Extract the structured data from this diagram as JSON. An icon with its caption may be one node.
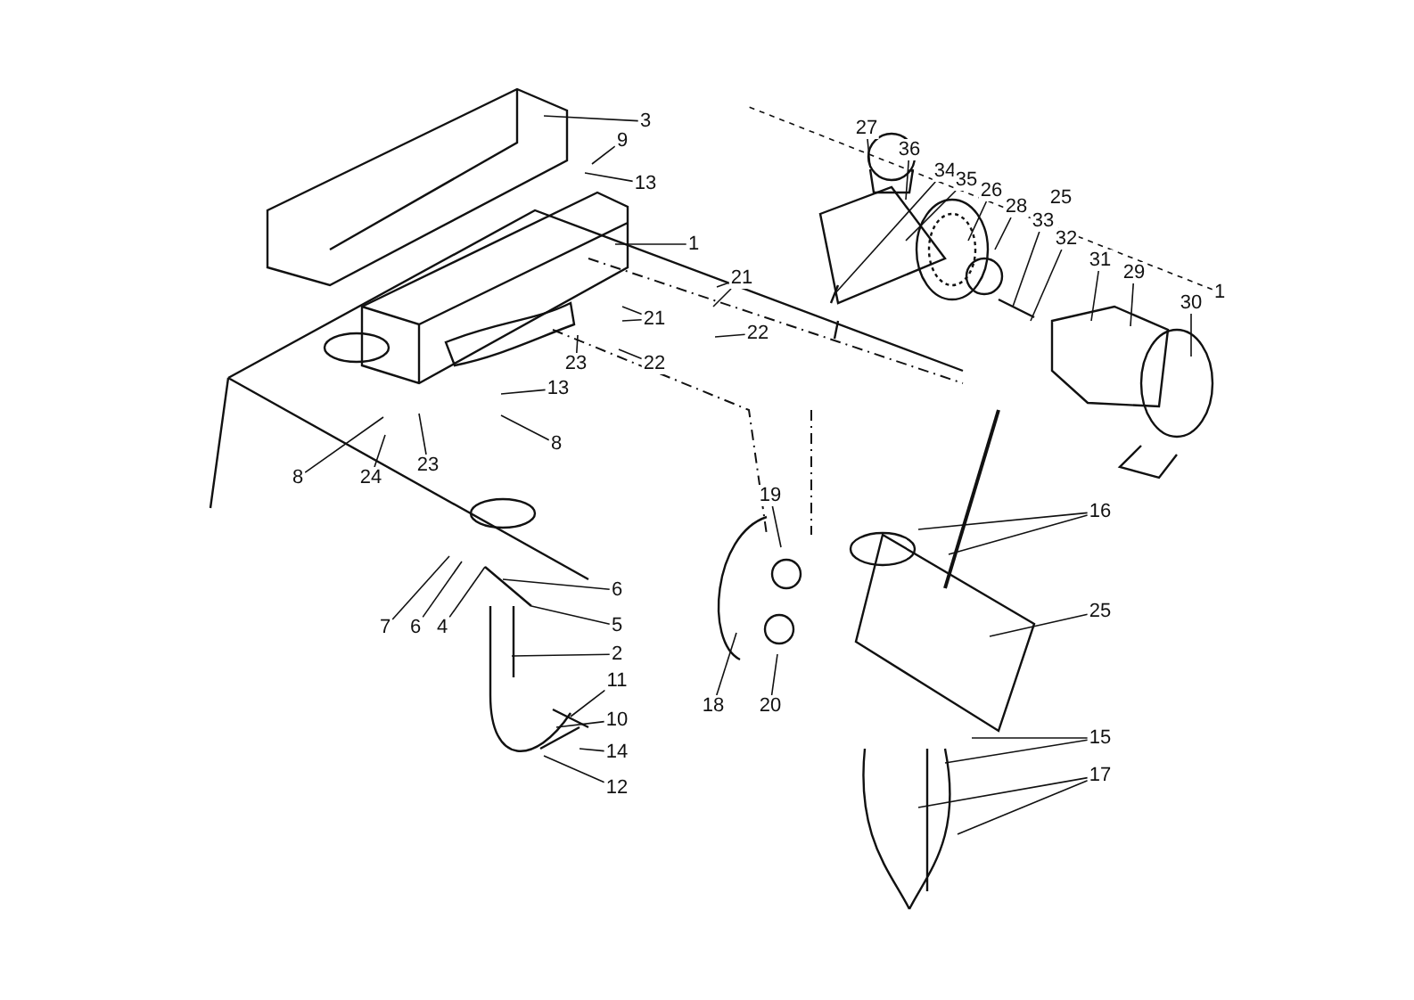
{
  "diagram": {
    "nodes": [
      {
        "text": [
          "3"
        ]
      },
      {
        "text": [
          "9"
        ]
      },
      {
        "text": [
          "13"
        ]
      },
      {
        "text": [
          "1"
        ]
      },
      {
        "text": [
          "21"
        ]
      },
      {
        "text": [
          "21"
        ]
      },
      {
        "text": [
          "22"
        ]
      },
      {
        "text": [
          "22"
        ]
      },
      {
        "text": [
          "23"
        ]
      },
      {
        "text": [
          "13"
        ]
      },
      {
        "text": [
          "8"
        ]
      },
      {
        "text": [
          "23"
        ]
      },
      {
        "text": [
          "8"
        ]
      },
      {
        "text": [
          "24"
        ]
      },
      {
        "text": [
          "27"
        ]
      },
      {
        "text": [
          "36"
        ]
      },
      {
        "text": [
          "34"
        ]
      },
      {
        "text": [
          "35"
        ]
      },
      {
        "text": [
          "26"
        ]
      },
      {
        "text": [
          "28"
        ]
      },
      {
        "text": [
          "33"
        ]
      },
      {
        "text": [
          "32"
        ]
      },
      {
        "text": [
          "31"
        ]
      },
      {
        "text": [
          "29"
        ]
      },
      {
        "text": [
          "30"
        ]
      },
      {
        "text": [
          "19"
        ]
      },
      {
        "text": [
          "16"
        ]
      },
      {
        "text": [
          "6"
        ]
      },
      {
        "text": [
          "5"
        ]
      },
      {
        "text": [
          "7"
        ]
      },
      {
        "text": [
          "6"
        ]
      },
      {
        "text": [
          "4"
        ]
      },
      {
        "text": [
          "25"
        ]
      },
      {
        "text": [
          "2"
        ]
      },
      {
        "text": [
          "11"
        ]
      },
      {
        "text": [
          "18"
        ]
      },
      {
        "text": [
          "20"
        ]
      },
      {
        "text": [
          "10"
        ]
      },
      {
        "text": [
          "15"
        ]
      },
      {
        "text": [
          "14"
        ]
      },
      {
        "text": [
          "17"
        ]
      },
      {
        "text": [
          "12"
        ]
      },
      {
        "text": [
          "25"
        ]
      },
      {
        "text": [
          "1"
        ]
      }
    ],
    "edges": [
      {
        "from": 0,
        "to": null,
        "arrow": "none"
      },
      {
        "from": 1,
        "to": null,
        "arrow": "none"
      },
      {
        "from": 2,
        "to": null,
        "arrow": "none"
      },
      {
        "from": 3,
        "to": null,
        "arrow": "none"
      },
      {
        "from": 4,
        "to": null,
        "arrow": "none"
      },
      {
        "from": 4,
        "to": null,
        "arrow": "none"
      },
      {
        "from": 5,
        "to": null,
        "arrow": "none"
      },
      {
        "from": 5,
        "to": null,
        "arrow": "none"
      },
      {
        "from": 6,
        "to": null,
        "arrow": "none"
      },
      {
        "from": 7,
        "to": null,
        "arrow": "none"
      },
      {
        "from": 8,
        "to": null,
        "arrow": "none"
      },
      {
        "from": 9,
        "to": null,
        "arrow": "none"
      },
      {
        "from": 10,
        "to": null,
        "arrow": "none"
      },
      {
        "from": 11,
        "to": null,
        "arrow": "none"
      },
      {
        "from": 12,
        "to": null,
        "arrow": "none"
      },
      {
        "from": 13,
        "to": null,
        "arrow": "none"
      },
      {
        "from": 14,
        "to": null,
        "arrow": "none"
      },
      {
        "from": 15,
        "to": null,
        "arrow": "none"
      },
      {
        "from": 16,
        "to": null,
        "arrow": "none"
      },
      {
        "from": 17,
        "to": null,
        "arrow": "none"
      },
      {
        "from": 18,
        "to": null,
        "arrow": "none"
      },
      {
        "from": 19,
        "to": null,
        "arrow": "none"
      },
      {
        "from": 20,
        "to": null,
        "arrow": "none"
      },
      {
        "from": 21,
        "to": null,
        "arrow": "none"
      },
      {
        "from": 22,
        "to": null,
        "arrow": "none"
      },
      {
        "from": 23,
        "to": null,
        "arrow": "none"
      },
      {
        "from": 24,
        "to": null,
        "arrow": "none"
      },
      {
        "from": 25,
        "to": null,
        "arrow": "none"
      },
      {
        "from": 26,
        "to": null,
        "arrow": "none"
      },
      {
        "from": 26,
        "to": null,
        "arrow": "none"
      },
      {
        "from": 27,
        "to": null,
        "arrow": "none"
      },
      {
        "from": 28,
        "to": null,
        "arrow": "none"
      },
      {
        "from": 29,
        "to": null,
        "arrow": "none"
      },
      {
        "from": 30,
        "to": null,
        "arrow": "none"
      },
      {
        "from": 31,
        "to": null,
        "arrow": "none"
      },
      {
        "from": 32,
        "to": null,
        "arrow": "none"
      },
      {
        "from": 33,
        "to": null,
        "arrow": "none"
      },
      {
        "from": 34,
        "to": null,
        "arrow": "none"
      },
      {
        "from": 35,
        "to": null,
        "arrow": "none"
      },
      {
        "from": 36,
        "to": null,
        "arrow": "none"
      },
      {
        "from": 37,
        "to": null,
        "arrow": "none"
      },
      {
        "from": 38,
        "to": null,
        "arrow": "none"
      },
      {
        "from": 38,
        "to": null,
        "arrow": "none"
      },
      {
        "from": 39,
        "to": null,
        "arrow": "none"
      },
      {
        "from": 40,
        "to": null,
        "arrow": "none"
      },
      {
        "from": 40,
        "to": null,
        "arrow": "none"
      },
      {
        "from": 41,
        "to": null,
        "arrow": "none"
      },
      {
        "from": 43,
        "to": null,
        "arrow": "none",
        "style": "dashed"
      }
    ]
  }
}
